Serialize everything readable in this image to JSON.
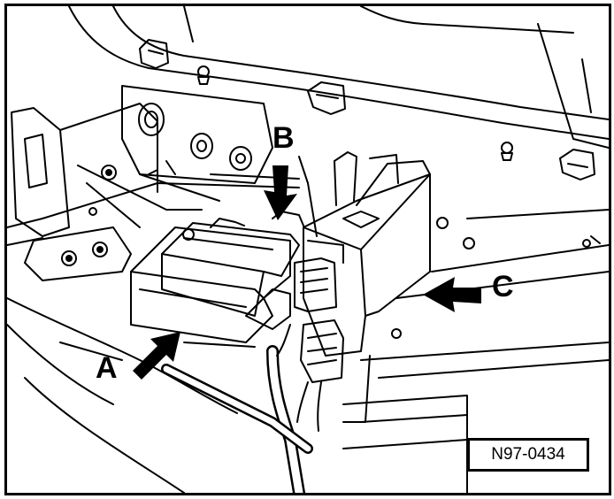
{
  "figure": {
    "callouts": {
      "a": "A",
      "b": "B",
      "c": "C"
    },
    "reference_number": "N97-0434"
  }
}
